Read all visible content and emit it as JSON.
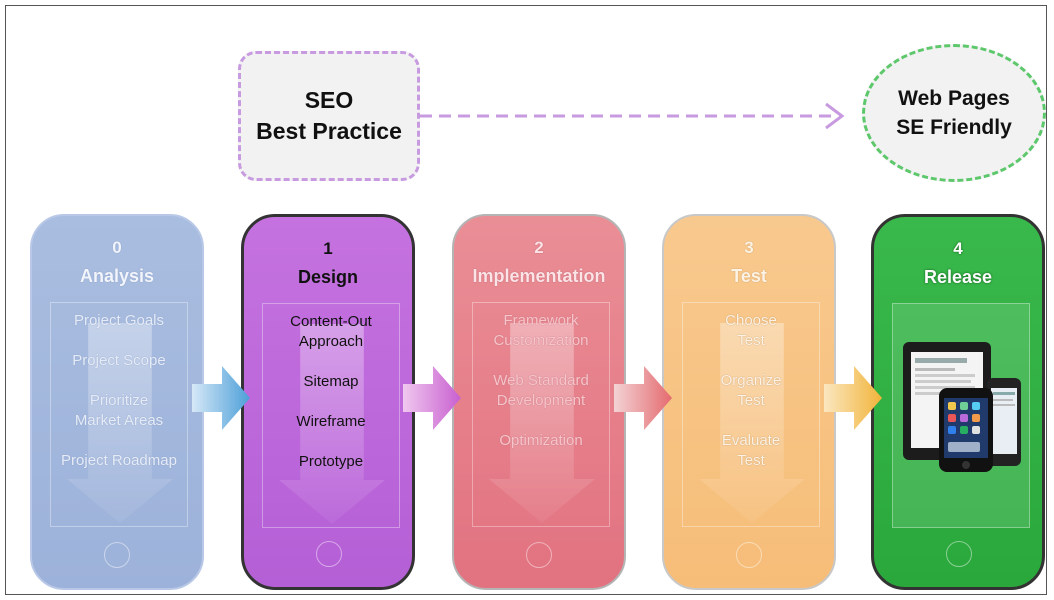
{
  "seo_box": {
    "line1": "SEO",
    "line2": "Best Practice"
  },
  "goal": {
    "line1": "Web Pages",
    "line2": "SE Friendly"
  },
  "phases": [
    {
      "num": "0",
      "title": "Analysis",
      "items": [
        "Project Goals",
        "Project Scope",
        "Prioritize\nMarket Areas",
        "Project Roadmap"
      ],
      "color": "#9db2da"
    },
    {
      "num": "1",
      "title": "Design",
      "items": [
        "Content-Out\nApproach",
        "Sitemap",
        "Wireframe",
        "Prototype"
      ],
      "color": "#b55fd6"
    },
    {
      "num": "2",
      "title": "Implementation",
      "items": [
        "Framework\nCustomization",
        "Web Standard\nDevelopment",
        "Optimization"
      ],
      "color": "#e27280"
    },
    {
      "num": "3",
      "title": "Test",
      "items": [
        "Choose\nTest",
        "Organize\nTest",
        "Evaluate\nTest"
      ],
      "color": "#f6bd78"
    },
    {
      "num": "4",
      "title": "Release",
      "items": [],
      "color": "#2aa83c"
    }
  ],
  "icons": {
    "release_screen": "ipad-iphone-devices-icon",
    "home_button": "home-button-icon",
    "flow_arrow": "right-arrow-icon"
  },
  "colors": {
    "seo_border": "#c89ae0",
    "goal_border": "#5dc86b"
  }
}
